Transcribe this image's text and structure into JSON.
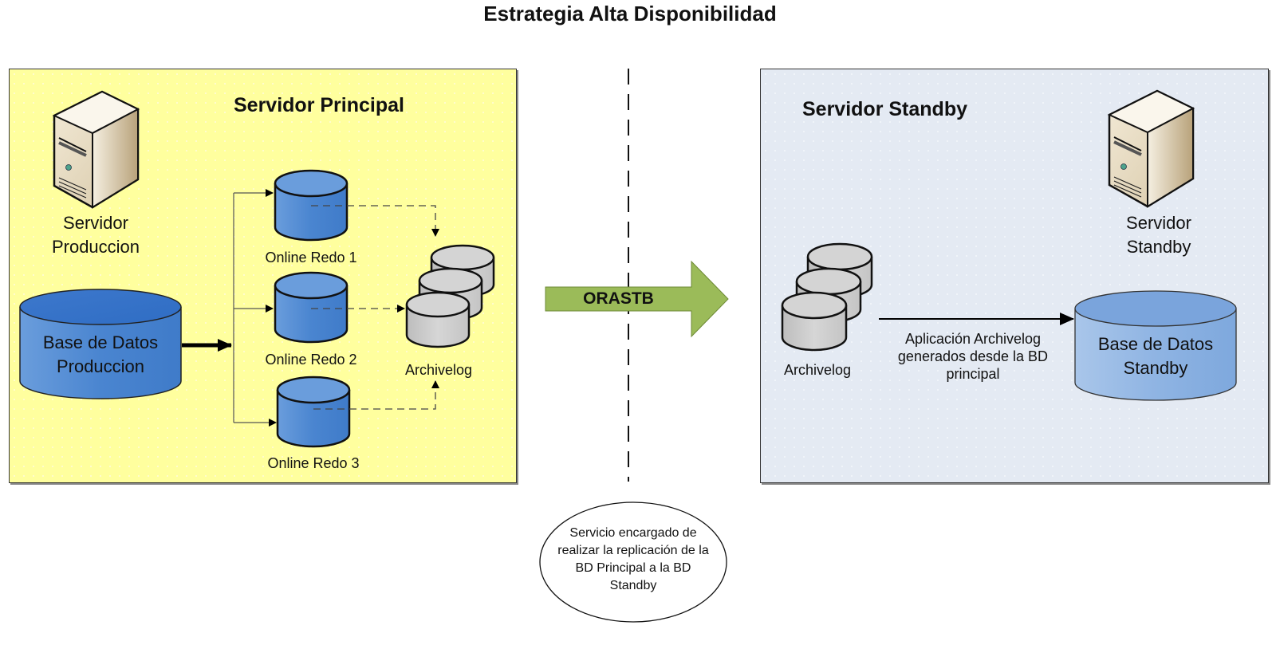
{
  "title": "Estrategia Alta Disponibilidad",
  "primary": {
    "heading": "Servidor Principal",
    "server_label_line1": "Servidor",
    "server_label_line2": "Produccion",
    "database_line1": "Base de Datos",
    "database_line2": "Produccion",
    "redo_logs": [
      {
        "label": "Online Redo 1"
      },
      {
        "label": "Online Redo 2"
      },
      {
        "label": "Online Redo 3"
      }
    ],
    "archivelog_label": "Archivelog",
    "background_color": "#ffff9e"
  },
  "transfer": {
    "service_label": "ORASTB",
    "arrow_color": "#9bbb59",
    "note_line1": "Servicio encargado de",
    "note_line2": "realizar la replicación de la",
    "note_line3": "BD Principal a la BD",
    "note_line4": "Standby"
  },
  "standby": {
    "heading": "Servidor Standby",
    "server_label_line1": "Servidor",
    "server_label_line2": "Standby",
    "archivelog_label": "Archivelog",
    "apply_line1": "Aplicación Archivelog",
    "apply_line2": "generados desde la BD",
    "apply_line3": "principal",
    "database_line1": "Base de Datos",
    "database_line2": "Standby",
    "background_color": "#e4eaf3"
  }
}
